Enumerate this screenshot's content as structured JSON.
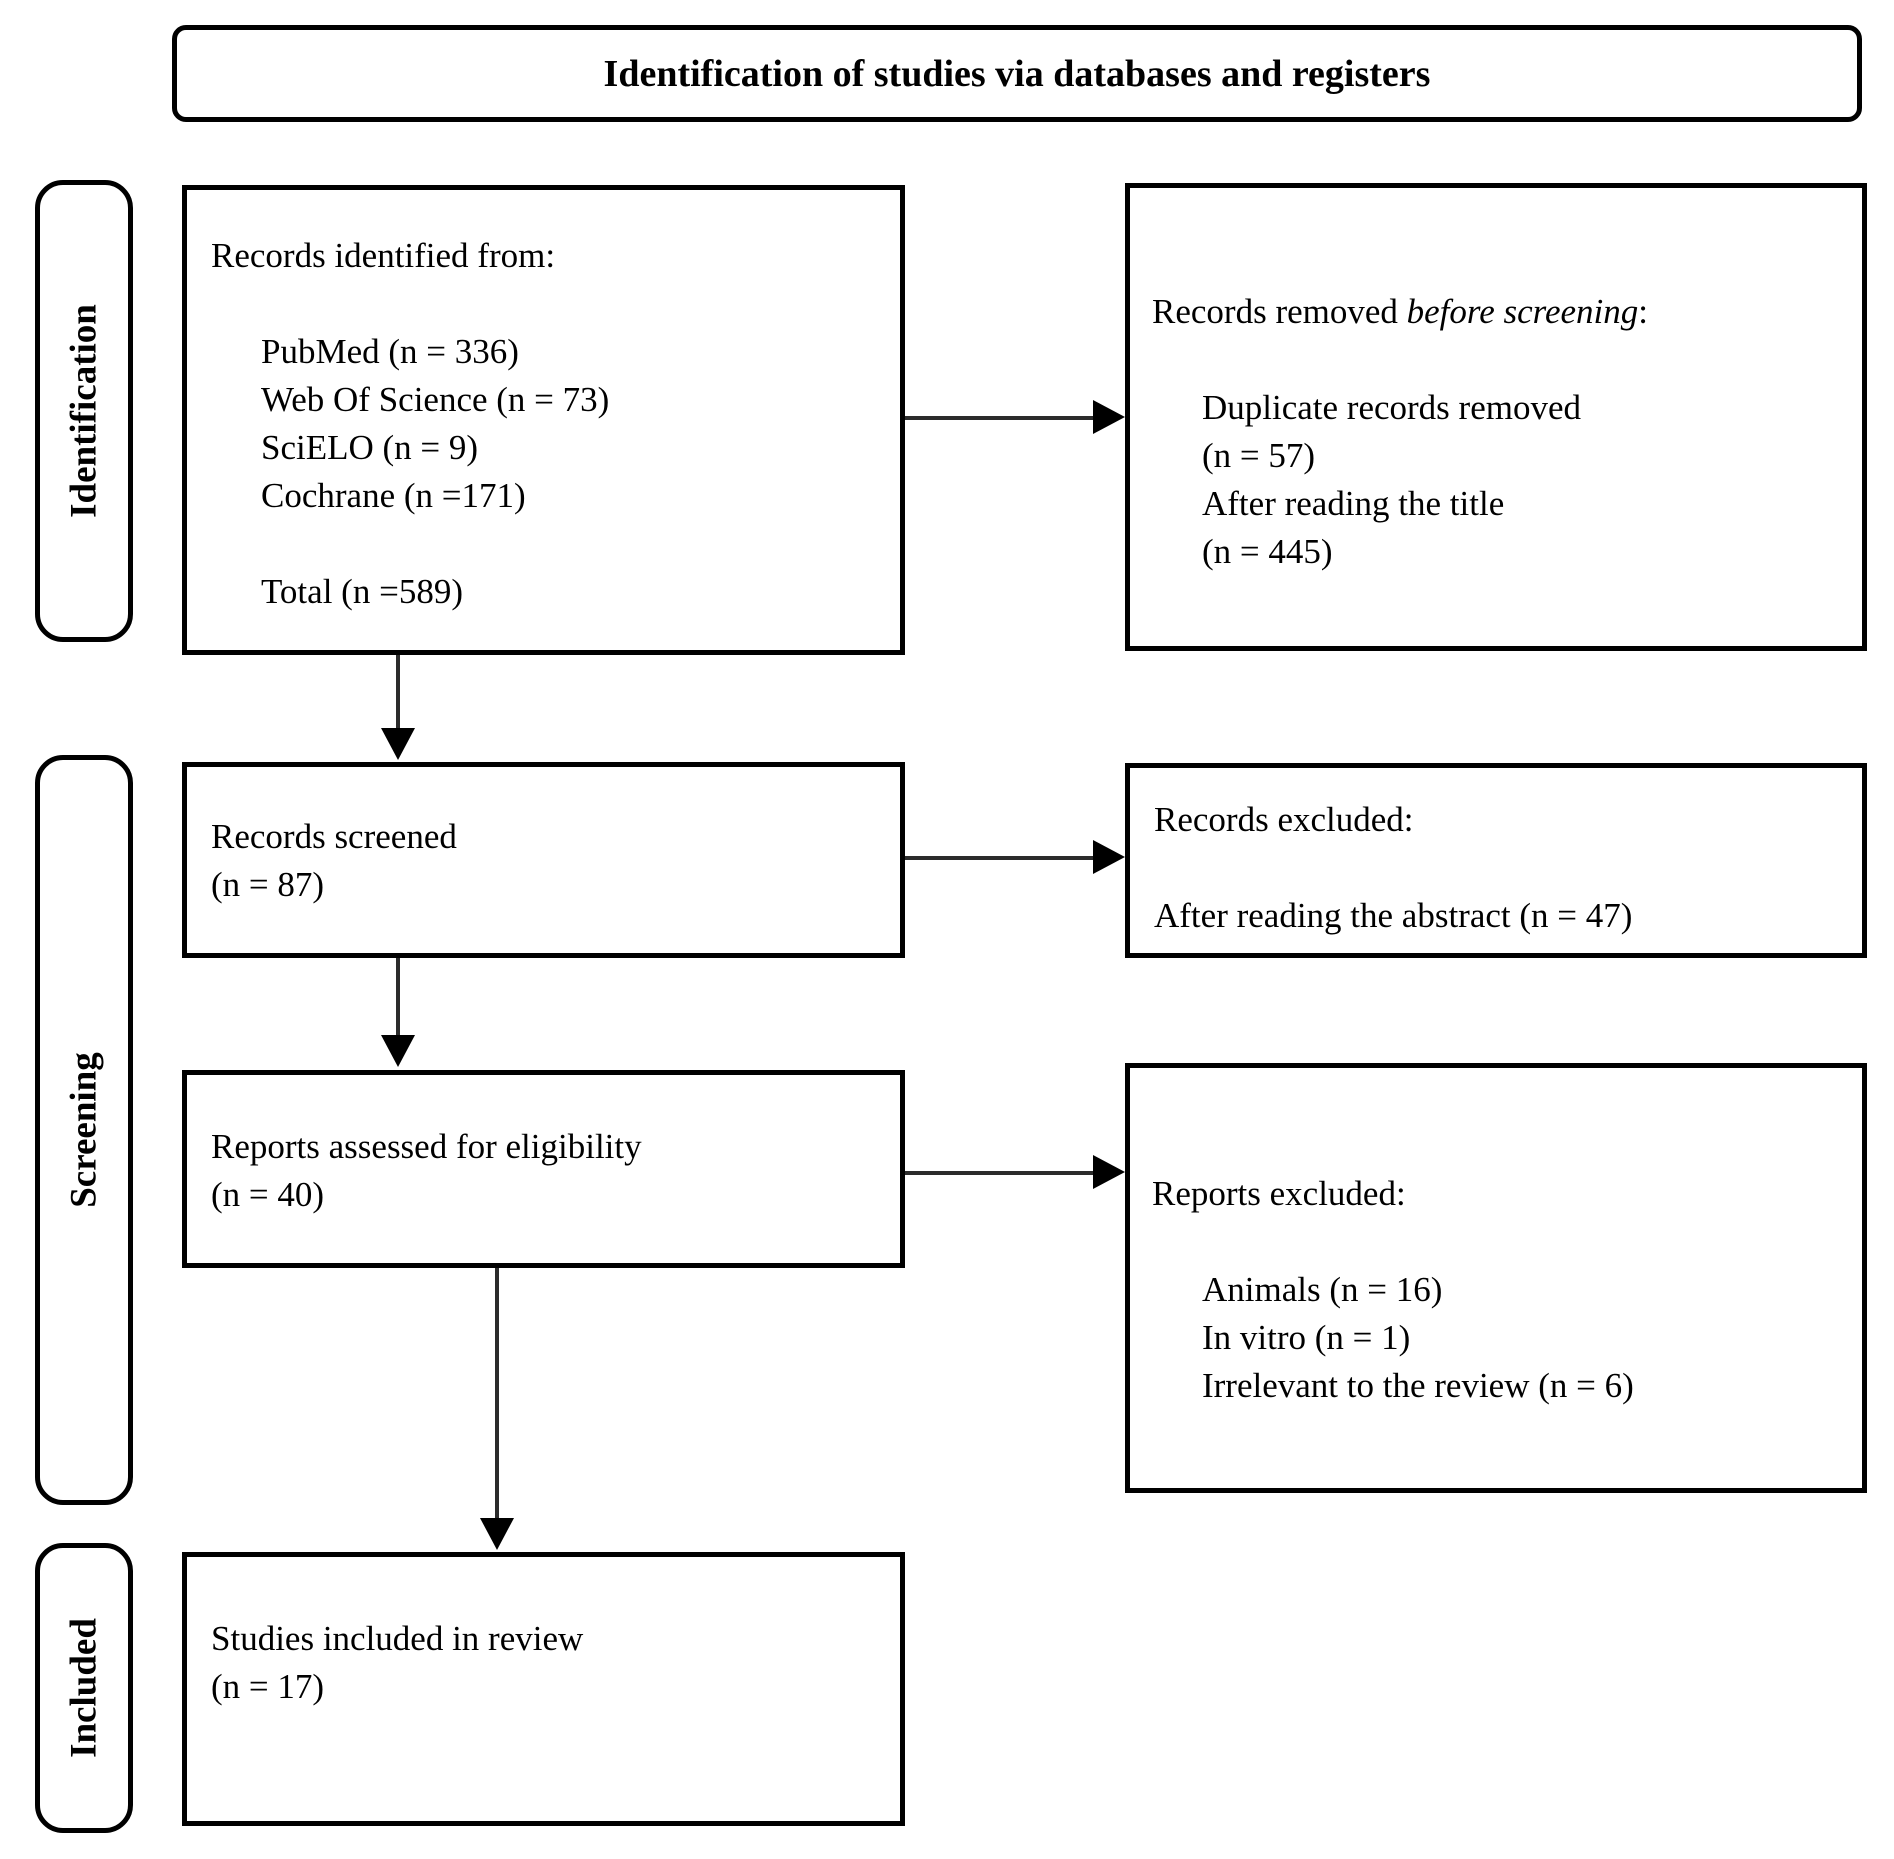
{
  "title": "Identification of studies via databases and registers",
  "sidebar": {
    "identification": "Identification",
    "screening": "Screening",
    "included": "Included"
  },
  "boxes": {
    "records_identified": {
      "heading": "Records identified from:",
      "items": [
        "PubMed (n = 336)",
        "Web Of Science (n = 73)",
        "SciELO (n = 9)",
        "Cochrane (n =171)"
      ],
      "total": "Total (n =589)"
    },
    "records_removed": {
      "heading_prefix": "Records removed ",
      "heading_italic": "before screening",
      "heading_suffix": ":",
      "lines": [
        "Duplicate records removed",
        "(n = 57)",
        "After reading the title",
        "(n = 445)"
      ]
    },
    "records_screened": {
      "line1": "Records screened",
      "line2": "(n = 87)"
    },
    "records_excluded": {
      "heading": "Records excluded:",
      "detail": "After reading the abstract (n = 47)"
    },
    "reports_assessed": {
      "line1": "Reports assessed for eligibility",
      "line2": "(n = 40)"
    },
    "reports_excluded": {
      "heading": "Reports excluded:",
      "items": [
        "Animals (n = 16)",
        "In vitro (n = 1)",
        "Irrelevant to the review (n = 6)"
      ]
    },
    "studies_included": {
      "line1": "Studies included in review",
      "line2": "(n = 17)"
    }
  },
  "colors": {
    "border": "#000000",
    "line": "#2b2b2b",
    "background": "#ffffff",
    "text": "#000000"
  }
}
